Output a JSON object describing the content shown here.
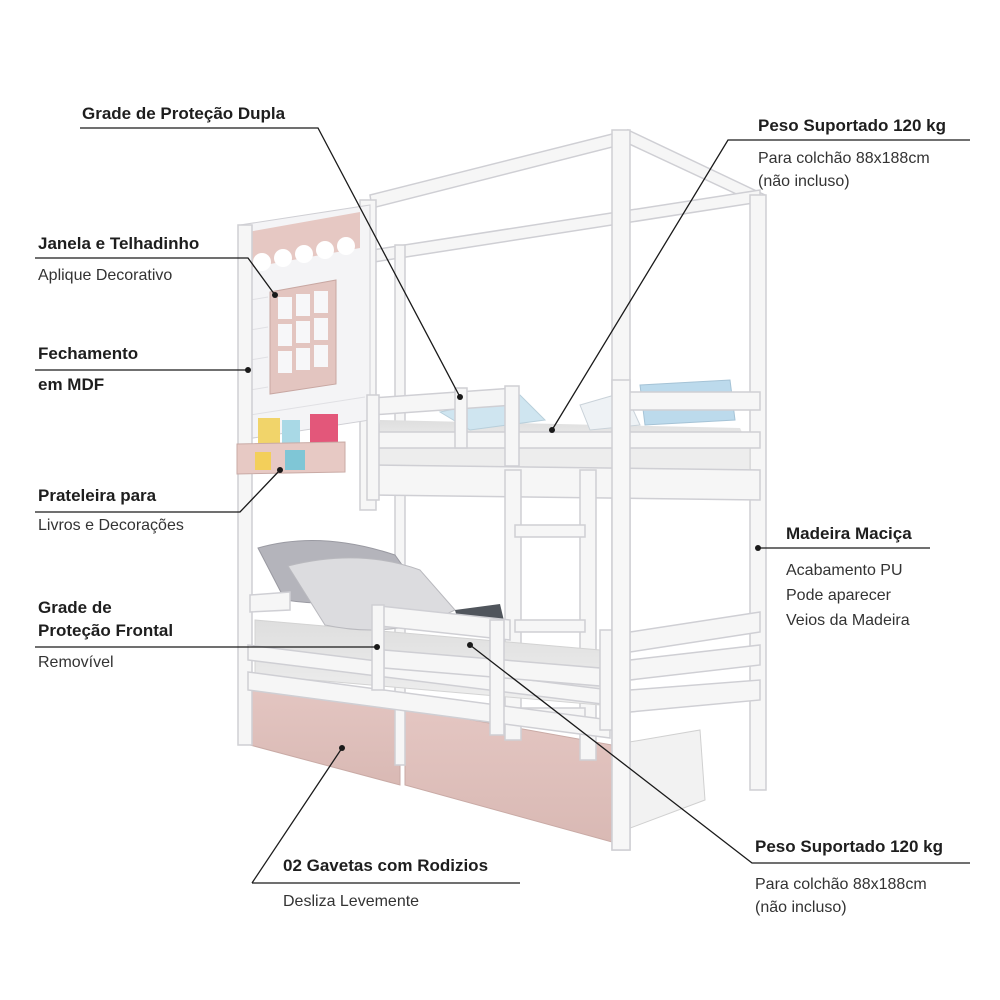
{
  "callouts": {
    "grade_dupla": {
      "title": "Grade de Proteção Dupla"
    },
    "janela": {
      "title": "Janela e Telhadinho",
      "subtitle": "Aplique Decorativo"
    },
    "fechamento": {
      "title_line1": "Fechamento",
      "title_line2": "em MDF"
    },
    "prateleira": {
      "title": "Prateleira para",
      "subtitle": "Livros e Decorações"
    },
    "grade_frontal": {
      "title_line1": "Grade de",
      "title_line2": "Proteção Frontal",
      "subtitle": "Removível"
    },
    "gavetas": {
      "title": "02 Gavetas com Rodizios",
      "subtitle": "Desliza Levemente"
    },
    "peso_top": {
      "title": "Peso Suportado 120 kg",
      "line1": "Para colchão 88x188cm",
      "line2": "(não incluso)"
    },
    "madeira": {
      "title": "Madeira Maciça",
      "line1": "Acabamento PU",
      "line2": "Pode aparecer",
      "line3": "Veios da Madeira"
    },
    "peso_bottom": {
      "title": "Peso Suportado 120 kg",
      "line1": "Para colchão 88x188cm",
      "line2": "(não incluso)"
    }
  },
  "colors": {
    "frame": "#f7f7f7",
    "frame_edge": "#cfcfd4",
    "pink": "#e9ccc7",
    "mattress": "#ececec",
    "leader": "#1a1a1a"
  }
}
